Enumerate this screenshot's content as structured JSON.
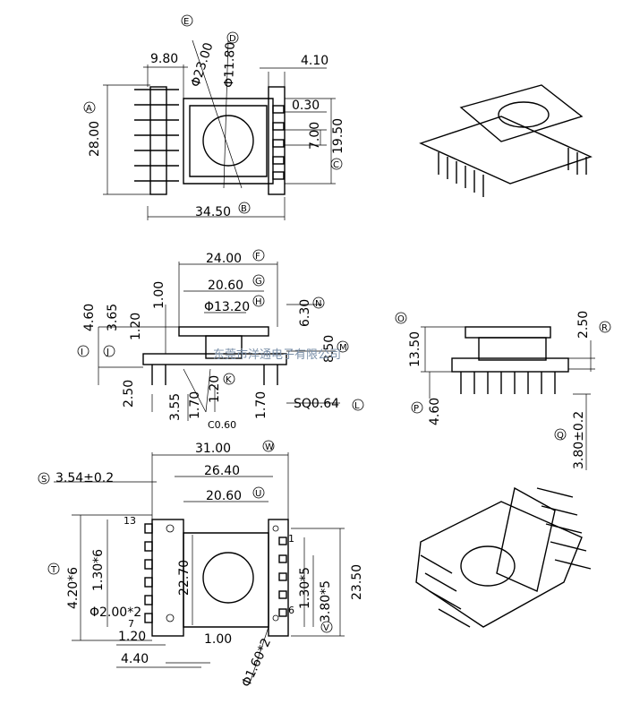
{
  "dims": {
    "d_9_80": "9.80",
    "d_28_00": "28.00",
    "d_34_50": "34.50",
    "d_phi23": "Φ23.00",
    "d_phi11": "Φ11.80",
    "d_4_10": "4.10",
    "d_0_30": "0.30",
    "d_7_00": "7.00",
    "d_19_50": "19.50",
    "d_24_00": "24.00",
    "d_20_60": "20.60",
    "d_phi13": "Φ13.20",
    "d_1_00": "1.00",
    "d_6_30": "6.30",
    "d_4_60": "4.60",
    "d_3_65": "3.65",
    "d_1_20": "1.20",
    "d_8_50": "8.50",
    "d_2_50": "2.50",
    "d_3_55": "3.55",
    "d_1_70": "1.70",
    "d_sq": "SQ0.64",
    "d_c060": "C0.60",
    "d_13_50": "13.50",
    "d_3_80": "3.80±0.2",
    "d_31_00": "31.00",
    "d_26_40": "26.40",
    "d_3_54": "3.54±0.2",
    "d_4_20x6": "4.20*6",
    "d_1_30x6": "1.30*6",
    "d_22_70": "22.70",
    "d_23_50": "23.50",
    "d_1_30x5": "1.30*5",
    "d_3_80x5": "3.80*5",
    "d_phi2x2": "Φ2.00*2",
    "d_phi16x2": "Φ1.60*2",
    "d_4_40": "4.40",
    "pin_13": "13",
    "pin_7": "7",
    "pin_1": "1",
    "pin_6": "6"
  },
  "tags": {
    "A": "A",
    "B": "B",
    "C": "C",
    "D": "D",
    "E": "E",
    "F": "F",
    "G": "G",
    "H": "H",
    "I": "I",
    "J": "J",
    "K": "K",
    "L": "L",
    "M": "M",
    "N": "N",
    "O": "O",
    "P": "P",
    "Q": "Q",
    "R": "R",
    "S": "S",
    "T": "T",
    "U": "U",
    "V": "V",
    "W": "W"
  },
  "watermark": "东莞市洋通电子有限公司"
}
